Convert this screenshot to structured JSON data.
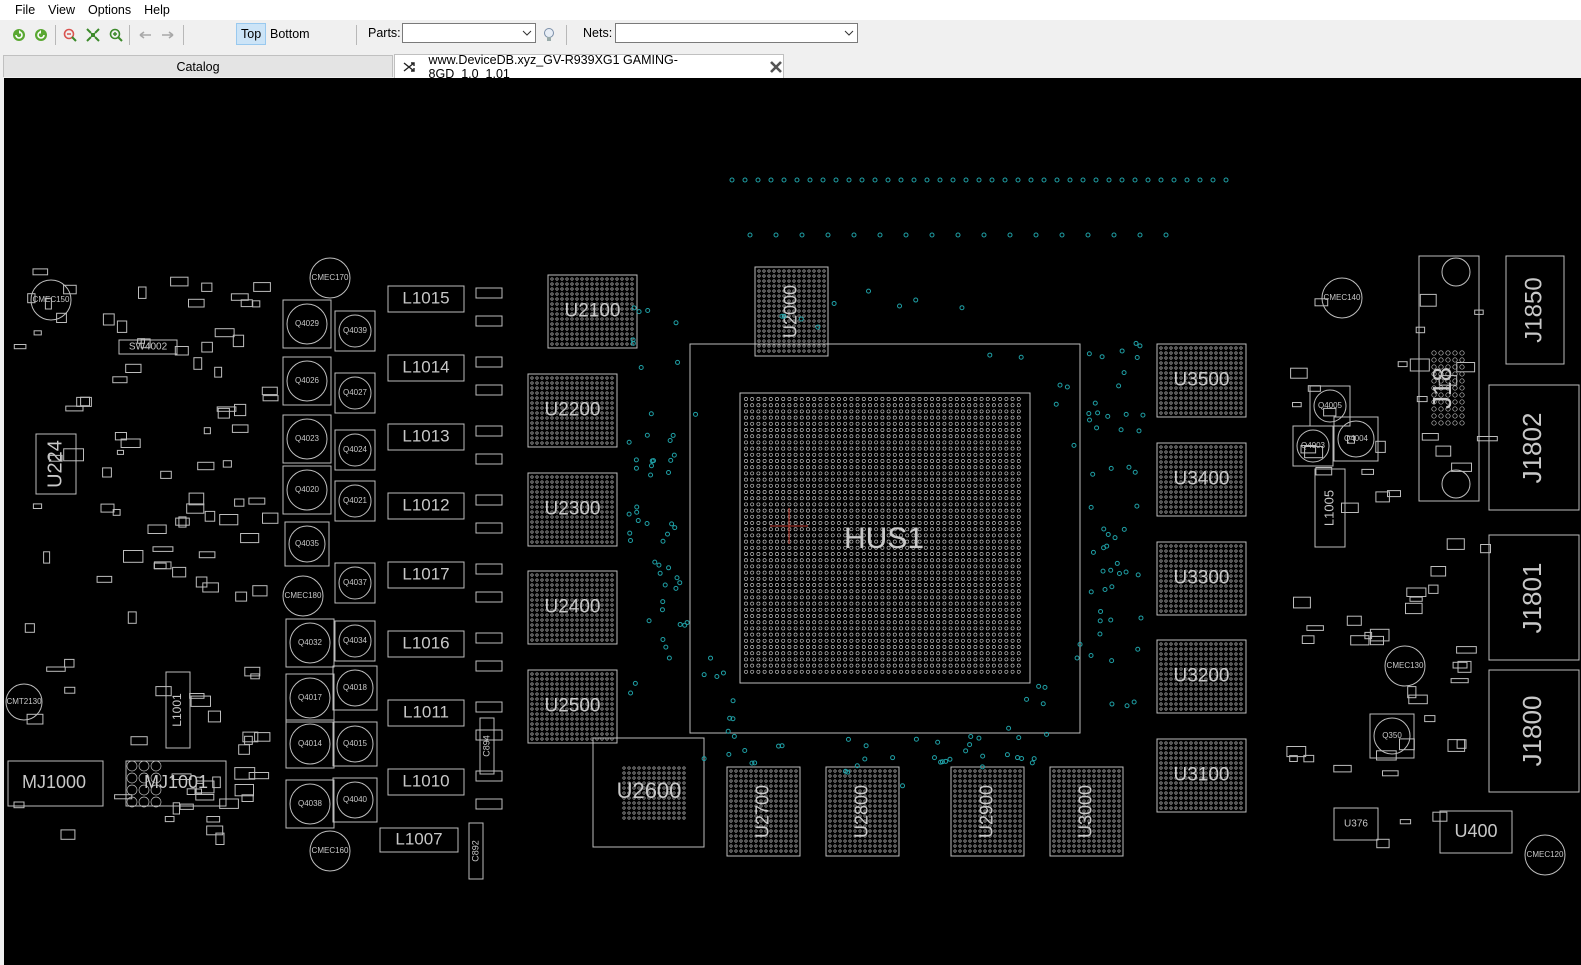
{
  "menu": [
    "File",
    "View",
    "Options",
    "Help"
  ],
  "toolbar": {
    "icons": [
      "refresh-icon",
      "refresh-alt-icon",
      "zoom-out-icon",
      "fit-icon",
      "zoom-in-icon",
      "back-arrow-icon",
      "forward-arrow-icon"
    ],
    "top_label": "Top",
    "bottom_label": "Bottom",
    "parts_label": "Parts:",
    "parts_value": "",
    "bulb_icon": "lightbulb-icon",
    "nets_label": "Nets:",
    "nets_value": ""
  },
  "tabs": {
    "catalog": "Catalog",
    "document": "www.DeviceDB.xyz_GV-R939XG1 GAMING-8GD_1.0_1.01_"
  },
  "board": {
    "colors": {
      "background": "#000000",
      "outline": "#bdbdbd",
      "label": "#c8c8c8",
      "via": "#1fa0a6",
      "marker": "#c0392b"
    },
    "memory_chips": [
      "U2100",
      "U2200",
      "U2300",
      "U2400",
      "U2500",
      "U2600",
      "U2700",
      "U2800",
      "U2900",
      "U3000",
      "U3100",
      "U3200",
      "U3300",
      "U3400",
      "U3500",
      "U2000"
    ],
    "gpu": "HUS1",
    "inductors": [
      "L1015",
      "L1014",
      "L1013",
      "L1012",
      "L1017",
      "L1016",
      "L1011",
      "L1010",
      "L1007",
      "L1001"
    ],
    "connectors": [
      "J1850",
      "J1802",
      "J1801",
      "J1800",
      "MJ1000",
      "MJ1001"
    ],
    "caps": [
      "CMEC150",
      "CMEC170",
      "CMEC140",
      "CMEC180",
      "CMEC160",
      "CMEC130",
      "CMEC120",
      "CMT2130"
    ],
    "transistors": [
      "Q4029",
      "Q4026",
      "Q4023",
      "Q4020",
      "Q4035",
      "Q4032",
      "Q4017",
      "Q4014",
      "Q4038",
      "Q4018",
      "Q4015",
      "Q4040",
      "Q4039",
      "Q4027",
      "Q4024",
      "Q4021",
      "Q4037",
      "Q4034",
      "Q4005",
      "Q4004",
      "Q4003",
      "Q350"
    ],
    "misc": [
      "SW4002",
      "U224",
      "U400",
      "U376",
      "J18",
      "L1005",
      "C894",
      "C892"
    ]
  }
}
